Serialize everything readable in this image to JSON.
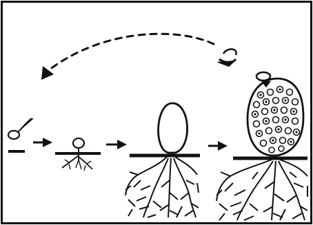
{
  "diagram": {
    "stages": [
      {
        "id": "stage-1",
        "icon": "spore-with-germ-tube"
      },
      {
        "id": "stage-2",
        "icon": "germling-with-young-rhizoids"
      },
      {
        "id": "stage-3",
        "icon": "empty-sporangium-with-rhizoids"
      },
      {
        "id": "stage-4",
        "icon": "mature-sporangium-with-spores"
      }
    ],
    "transitions": [
      "arrow-right",
      "arrow-right",
      "arrow-right"
    ],
    "cycle_arrow": "dashed-curved-arrow-return",
    "released_spore": "discharged-zoospore",
    "colors": {
      "ink": "#111111",
      "paper": "#ffffff"
    }
  }
}
